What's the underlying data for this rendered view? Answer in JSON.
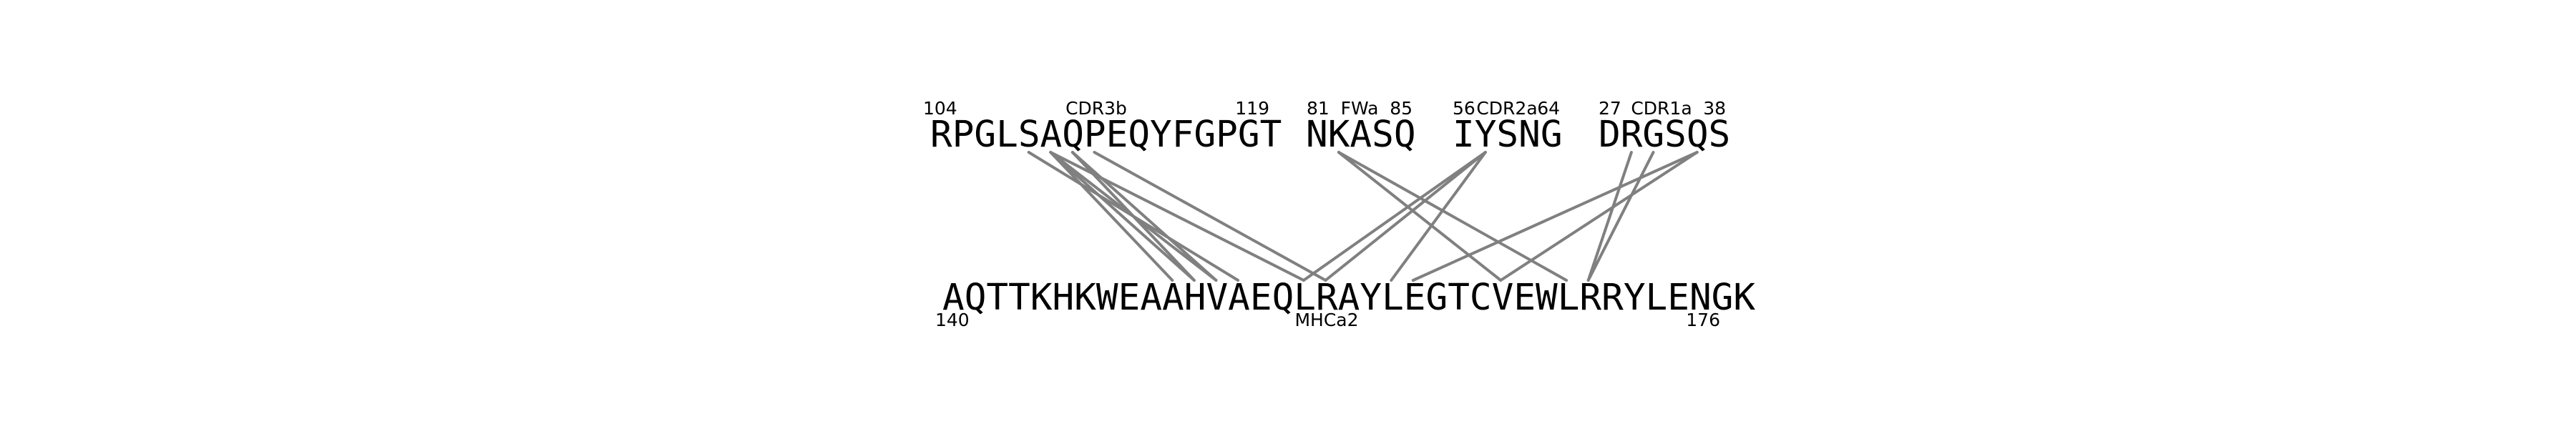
{
  "diagram": {
    "line_color": "#808080",
    "text_color": "#000000",
    "top_segments": [
      {
        "id": "cdr3b",
        "sequence": "RPGLSAQPEQYFGPGT",
        "start_label": "104",
        "region": "CDR3b",
        "end_label": "119"
      },
      {
        "id": "fwa",
        "sequence": "NKASQ",
        "start_label": "81",
        "region": "FWa",
        "end_label": "85"
      },
      {
        "id": "cdr2a",
        "sequence": "IYSNG",
        "start_label": "56",
        "region": "CDR2a",
        "end_label": "64"
      },
      {
        "id": "cdr1a",
        "sequence": "DRGSQS",
        "start_label": "27",
        "region": "CDR1a",
        "end_label": "38"
      }
    ],
    "bottom_segment": {
      "id": "mhca2",
      "sequence": "AQTTKHKWEAAHVAEQLRAYLEGTCVEWLRRYLENGK",
      "start_label": "140",
      "region": "MHCa2",
      "end_label": "176"
    },
    "contacts": [
      {
        "top": "cdr3b",
        "top_index": 4,
        "bottom_index": 13
      },
      {
        "top": "cdr3b",
        "top_index": 5,
        "bottom_index": 10
      },
      {
        "top": "cdr3b",
        "top_index": 5,
        "bottom_index": 11
      },
      {
        "top": "cdr3b",
        "top_index": 5,
        "bottom_index": 12
      },
      {
        "top": "cdr3b",
        "top_index": 5,
        "bottom_index": 16
      },
      {
        "top": "cdr3b",
        "top_index": 6,
        "bottom_index": 11
      },
      {
        "top": "cdr3b",
        "top_index": 6,
        "bottom_index": 12
      },
      {
        "top": "cdr3b",
        "top_index": 7,
        "bottom_index": 17
      },
      {
        "top": "fwa",
        "top_index": 1,
        "bottom_index": 25
      },
      {
        "top": "fwa",
        "top_index": 1,
        "bottom_index": 28
      },
      {
        "top": "cdr2a",
        "top_index": 1,
        "bottom_index": 16
      },
      {
        "top": "cdr2a",
        "top_index": 1,
        "bottom_index": 17
      },
      {
        "top": "cdr2a",
        "top_index": 1,
        "bottom_index": 20
      },
      {
        "top": "cdr1a",
        "top_index": 1,
        "bottom_index": 29
      },
      {
        "top": "cdr1a",
        "top_index": 2,
        "bottom_index": 29
      },
      {
        "top": "cdr1a",
        "top_index": 4,
        "bottom_index": 21
      },
      {
        "top": "cdr1a",
        "top_index": 4,
        "bottom_index": 25
      }
    ]
  }
}
